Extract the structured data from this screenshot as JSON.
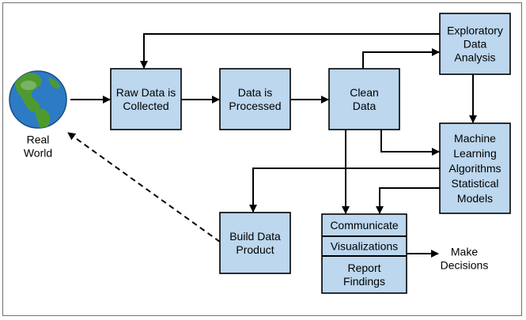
{
  "nodes": {
    "real_world": [
      "Real",
      "World"
    ],
    "raw_data": [
      "Raw Data is",
      "Collected"
    ],
    "processed": [
      "Data is",
      "Processed"
    ],
    "clean_data": [
      "Clean",
      "Data"
    ],
    "eda": [
      "Exploratory",
      "Data",
      "Analysis"
    ],
    "ml": [
      "Machine",
      "Learning",
      "Algorithms",
      "Statistical",
      "Models"
    ],
    "build_product": [
      "Build Data",
      "Product"
    ],
    "communicate": [
      "Communicate"
    ],
    "visualizations": [
      "Visualizations"
    ],
    "report": [
      "Report",
      "Findings"
    ],
    "make_decisions": [
      "Make",
      "Decisions"
    ]
  },
  "colors": {
    "box_fill": "#bcd7ee",
    "stroke": "#000000",
    "ocean": "#2d7bc4",
    "land": "#4e9a2f"
  }
}
